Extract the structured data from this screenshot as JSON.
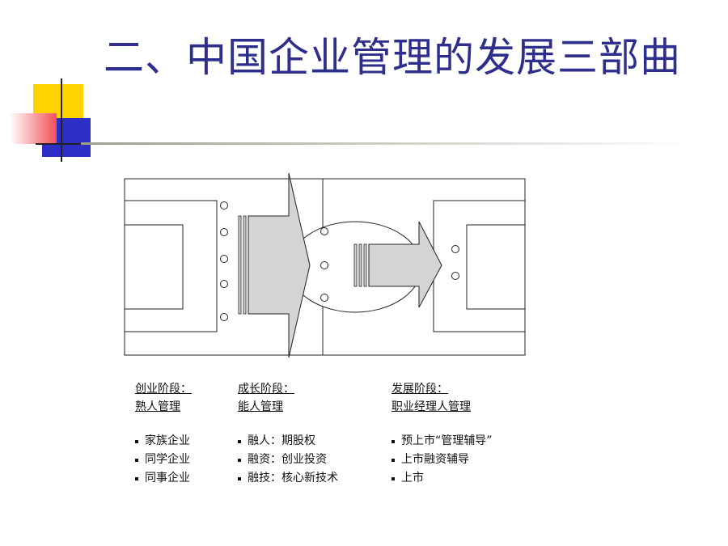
{
  "title": "二、中国企业管理的发展三部曲",
  "colors": {
    "title": "#2e2e8c",
    "accent_yellow": "#ffd200",
    "accent_red": "#f4505a",
    "accent_blue": "#2e2ec8"
  },
  "stages": [
    {
      "head1": "创业阶段：",
      "head2": "熟人管理",
      "items": [
        "家族企业",
        "同学企业",
        "同事企业"
      ]
    },
    {
      "head1": "成长阶段：",
      "head2": "能人管理",
      "items": [
        "融人：期股权",
        "融资：创业投资",
        "融技：核心新技术"
      ]
    },
    {
      "head1": "发展阶段：",
      "head2": "职业经理人管理",
      "items": [
        "预上市“管理辅导”",
        "上市融资辅导",
        "上市"
      ]
    }
  ]
}
